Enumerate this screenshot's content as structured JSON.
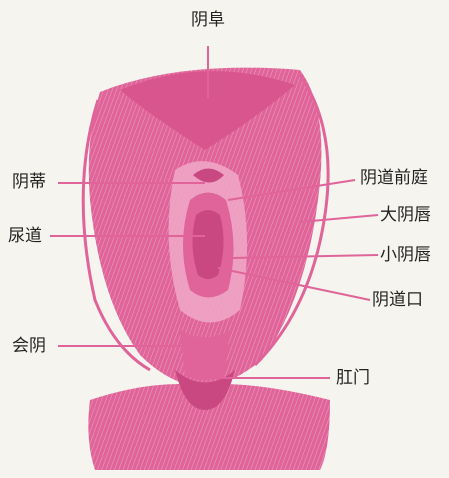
{
  "labels": {
    "mons_pubis": "阴阜",
    "clitoris": "阴蒂",
    "urethra": "尿道",
    "perineum": "会阴",
    "vestibule": "阴道前庭",
    "labia_majora": "大阴唇",
    "labia_minora": "小阴唇",
    "vaginal_opening": "阴道口",
    "anus": "肛门"
  },
  "colors": {
    "anatomy": "#e0649a",
    "anatomy_dark": "#c94882",
    "anatomy_light": "#f0a8c8",
    "line": "#e0649a",
    "background": "#f6f4ee"
  }
}
